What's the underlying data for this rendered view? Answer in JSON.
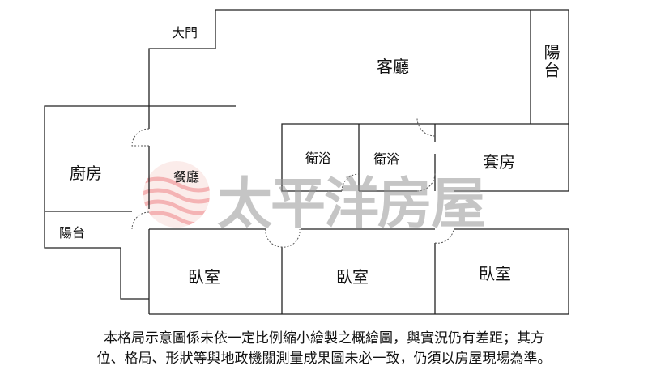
{
  "rooms": {
    "main_door": "大門",
    "living_room": "客廳",
    "balcony_right": "陽台",
    "kitchen": "廚房",
    "dining_room": "餐廳",
    "bathroom_1": "衛浴",
    "bathroom_2": "衛浴",
    "master_suite": "套房",
    "balcony_left": "陽台",
    "bedroom_1": "臥室",
    "bedroom_2": "臥室",
    "bedroom_3": "臥室"
  },
  "watermark": {
    "brand": "太平洋房屋",
    "logo_color": "#e8595a",
    "text_color": "#969696"
  },
  "disclaimer": {
    "line1": "本格局示意圖係未依一定比例縮小繪製之概繪圖，與實況仍有差距；其方",
    "line2": "位、格局、形狀等與地政機關測量成果圖未必一致，仍須以房屋現場為準。"
  }
}
